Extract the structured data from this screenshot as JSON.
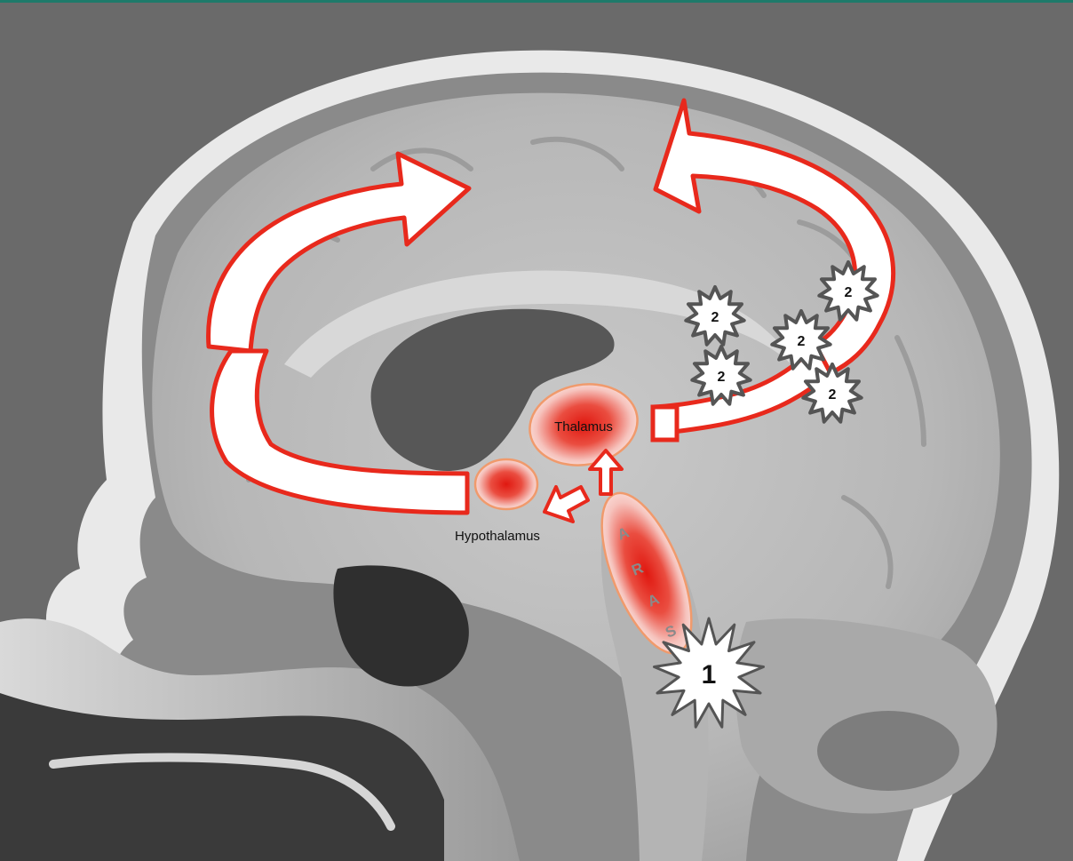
{
  "labels": {
    "thalamus": "Thalamus",
    "hypothalamus": "Hypothalamus",
    "aras": [
      "A",
      "R",
      "A",
      "S"
    ],
    "brainstem_lesion": "1",
    "cortical_lesion": "2"
  },
  "colors": {
    "frame_line": "#1e7a6a",
    "background": "#6b6b6b",
    "arrow_stroke": "#e8291c",
    "arrow_fill": "#ffffff",
    "nucleus_core": "#e21a12",
    "nucleus_edge": "#f3a07a",
    "burst_stroke": "#555555"
  }
}
